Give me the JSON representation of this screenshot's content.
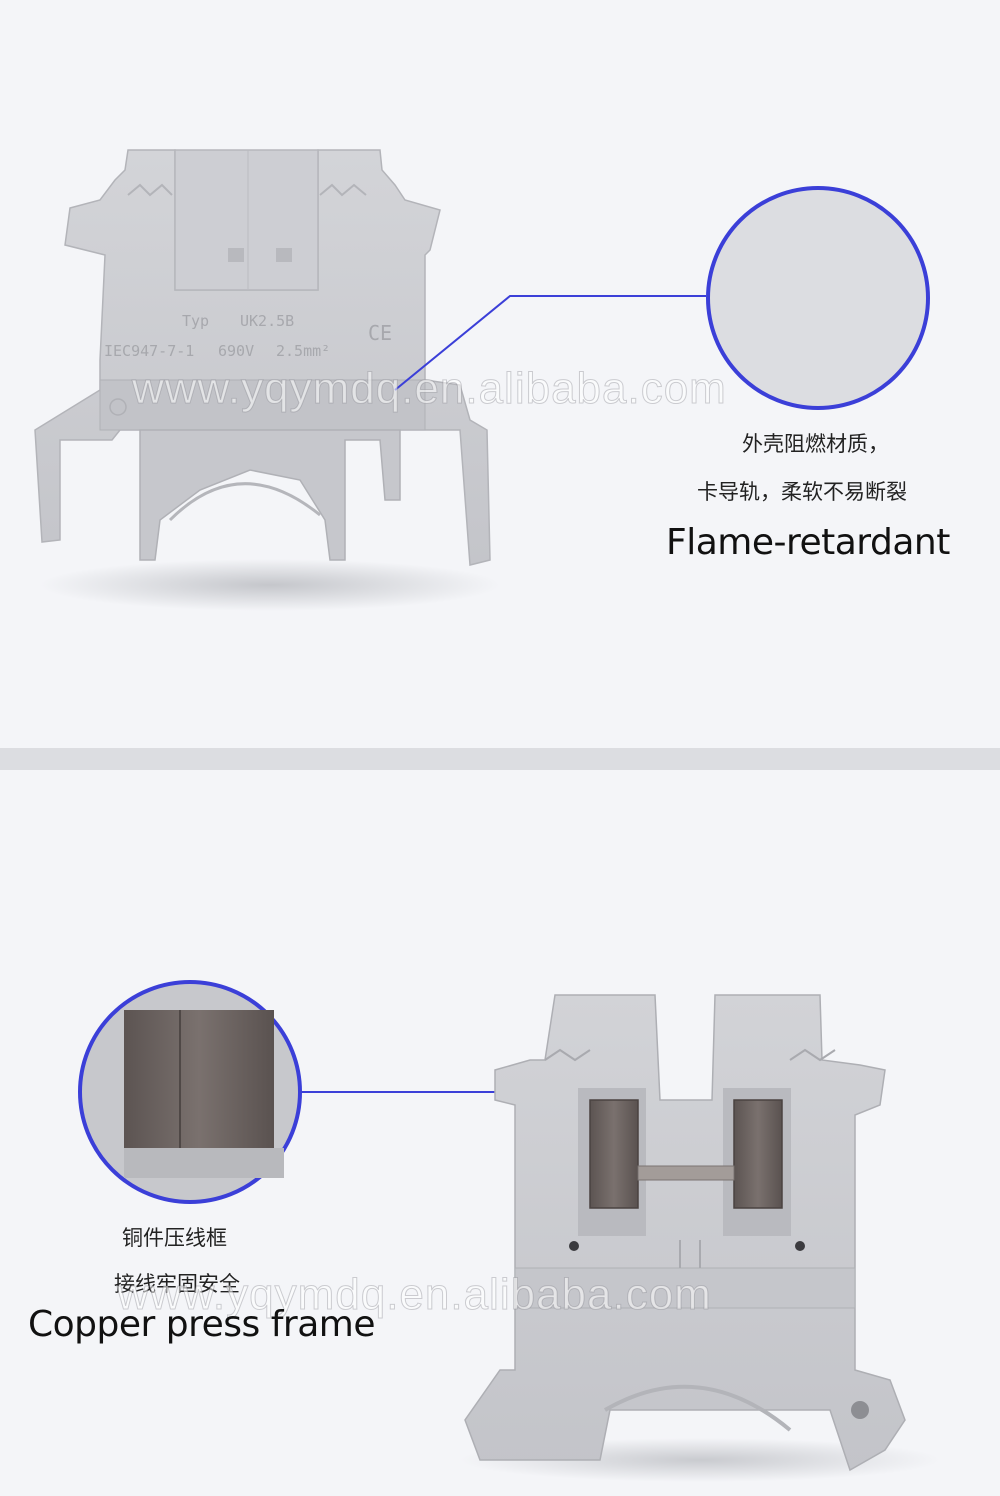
{
  "top_panel": {
    "product_marking": {
      "type_label": "Typ",
      "model": "UK2.5B",
      "standard": "IEC947-7-1",
      "voltage": "690V",
      "cross_section": "2.5mm²",
      "certification": "CE"
    },
    "caption_cn_line1": "外壳阻燃材质，",
    "caption_cn_line2": "卡导轨，柔软不易断裂",
    "caption_en": "Flame-retardant",
    "watermark": "www.yqymdq.en.alibaba.com"
  },
  "bottom_panel": {
    "caption_cn_line1": "铜件压线框",
    "caption_cn_line2": "接线牢固安全",
    "caption_en": "Copper press frame",
    "watermark": "www.yqymdq.en.alibaba.com"
  },
  "colors": {
    "background": "#f4f5f8",
    "callout_blue": "#3b3fd8",
    "housing_gray": "#c9cacf",
    "copper_frame": "#6e6562"
  }
}
